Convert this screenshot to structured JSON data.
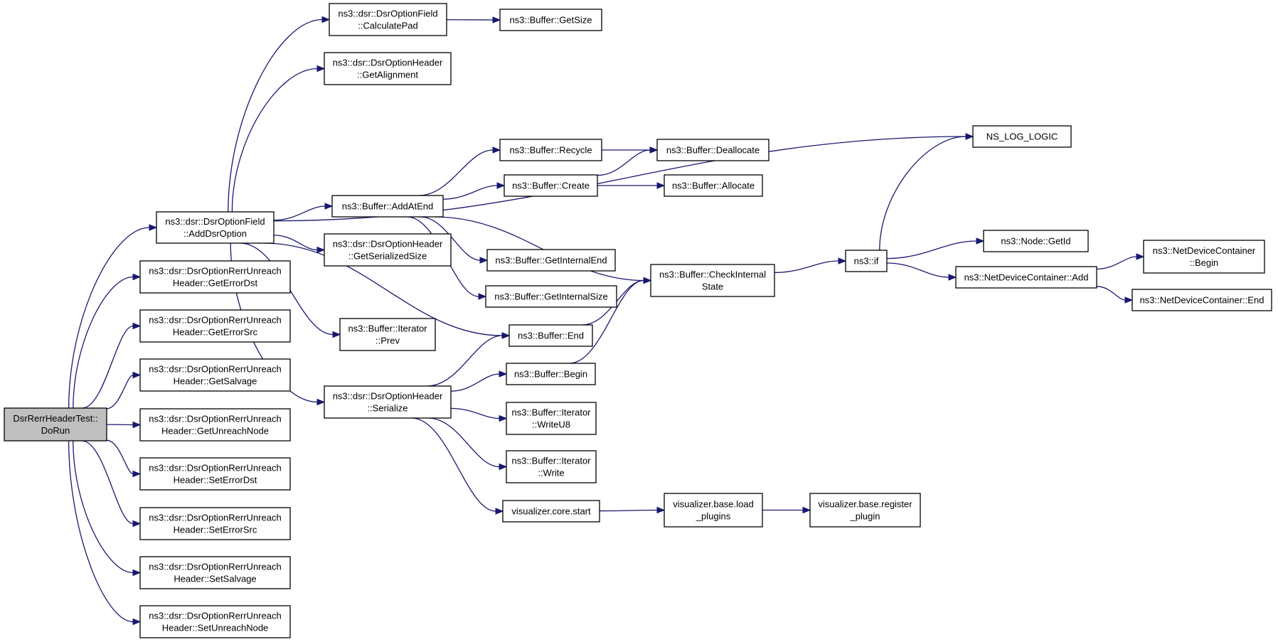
{
  "graph": {
    "nodes": [
      {
        "id": "root",
        "lines": [
          "DsrRerrHeaderTest::",
          "DoRun"
        ],
        "root": true
      },
      {
        "id": "addDsrOption",
        "lines": [
          "ns3::dsr::DsrOptionField",
          "::AddDsrOption"
        ]
      },
      {
        "id": "getErrorDst",
        "lines": [
          "ns3::dsr::DsrOptionRerrUnreach",
          "Header::GetErrorDst"
        ]
      },
      {
        "id": "getErrorSrc",
        "lines": [
          "ns3::dsr::DsrOptionRerrUnreach",
          "Header::GetErrorSrc"
        ]
      },
      {
        "id": "getSalvage",
        "lines": [
          "ns3::dsr::DsrOptionRerrUnreach",
          "Header::GetSalvage"
        ]
      },
      {
        "id": "getUnreachNode",
        "lines": [
          "ns3::dsr::DsrOptionRerrUnreach",
          "Header::GetUnreachNode"
        ]
      },
      {
        "id": "setErrorDst",
        "lines": [
          "ns3::dsr::DsrOptionRerrUnreach",
          "Header::SetErrorDst"
        ]
      },
      {
        "id": "setErrorSrc",
        "lines": [
          "ns3::dsr::DsrOptionRerrUnreach",
          "Header::SetErrorSrc"
        ]
      },
      {
        "id": "setSalvage",
        "lines": [
          "ns3::dsr::DsrOptionRerrUnreach",
          "Header::SetSalvage"
        ]
      },
      {
        "id": "setUnreachNode",
        "lines": [
          "ns3::dsr::DsrOptionRerrUnreach",
          "Header::SetUnreachNode"
        ]
      },
      {
        "id": "calculatePad",
        "lines": [
          "ns3::dsr::DsrOptionField",
          "::CalculatePad"
        ]
      },
      {
        "id": "getAlignment",
        "lines": [
          "ns3::dsr::DsrOptionHeader",
          "::GetAlignment"
        ]
      },
      {
        "id": "addAtEnd",
        "lines": [
          "ns3::Buffer::AddAtEnd"
        ]
      },
      {
        "id": "getSerializedSize",
        "lines": [
          "ns3::dsr::DsrOptionHeader",
          "::GetSerializedSize"
        ]
      },
      {
        "id": "iterPrev",
        "lines": [
          "ns3::Buffer::Iterator",
          "::Prev"
        ]
      },
      {
        "id": "serialize",
        "lines": [
          "ns3::dsr::DsrOptionHeader",
          "::Serialize"
        ]
      },
      {
        "id": "getSize",
        "lines": [
          "ns3::Buffer::GetSize"
        ]
      },
      {
        "id": "recycle",
        "lines": [
          "ns3::Buffer::Recycle"
        ]
      },
      {
        "id": "create",
        "lines": [
          "ns3::Buffer::Create"
        ]
      },
      {
        "id": "getInternalEnd",
        "lines": [
          "ns3::Buffer::GetInternalEnd"
        ]
      },
      {
        "id": "getInternalSize",
        "lines": [
          "ns3::Buffer::GetInternalSize"
        ]
      },
      {
        "id": "bufEnd",
        "lines": [
          "ns3::Buffer::End"
        ]
      },
      {
        "id": "bufBegin",
        "lines": [
          "ns3::Buffer::Begin"
        ]
      },
      {
        "id": "writeU8",
        "lines": [
          "ns3::Buffer::Iterator",
          "::WriteU8"
        ]
      },
      {
        "id": "iterWrite",
        "lines": [
          "ns3::Buffer::Iterator",
          "::Write"
        ]
      },
      {
        "id": "vizStart",
        "lines": [
          "visualizer.core.start"
        ]
      },
      {
        "id": "deallocate",
        "lines": [
          "ns3::Buffer::Deallocate"
        ]
      },
      {
        "id": "allocate",
        "lines": [
          "ns3::Buffer::Allocate"
        ]
      },
      {
        "id": "checkInternalState",
        "lines": [
          "ns3::Buffer::CheckInternal",
          "State"
        ]
      },
      {
        "id": "loadPlugins",
        "lines": [
          "visualizer.base.load",
          "_plugins"
        ]
      },
      {
        "id": "registerPlugin",
        "lines": [
          "visualizer.base.register",
          "_plugin"
        ]
      },
      {
        "id": "nsLogLogic",
        "lines": [
          "NS_LOG_LOGIC"
        ]
      },
      {
        "id": "nsIf",
        "lines": [
          "ns3::if"
        ]
      },
      {
        "id": "nodeGetId",
        "lines": [
          "ns3::Node::GetId"
        ]
      },
      {
        "id": "ndcAdd",
        "lines": [
          "ns3::NetDeviceContainer::Add"
        ]
      },
      {
        "id": "ndcBegin",
        "lines": [
          "ns3::NetDeviceContainer",
          "::Begin"
        ]
      },
      {
        "id": "ndcEnd",
        "lines": [
          "ns3::NetDeviceContainer::End"
        ]
      }
    ],
    "edges": [
      [
        "root",
        "addDsrOption"
      ],
      [
        "root",
        "getErrorDst"
      ],
      [
        "root",
        "getErrorSrc"
      ],
      [
        "root",
        "getSalvage"
      ],
      [
        "root",
        "getUnreachNode"
      ],
      [
        "root",
        "setErrorDst"
      ],
      [
        "root",
        "setErrorSrc"
      ],
      [
        "root",
        "setSalvage"
      ],
      [
        "root",
        "setUnreachNode"
      ],
      [
        "addDsrOption",
        "calculatePad"
      ],
      [
        "addDsrOption",
        "getAlignment"
      ],
      [
        "addDsrOption",
        "nsLogLogic"
      ],
      [
        "addDsrOption",
        "addAtEnd"
      ],
      [
        "addDsrOption",
        "getSerializedSize"
      ],
      [
        "addDsrOption",
        "bufEnd"
      ],
      [
        "addDsrOption",
        "iterPrev"
      ],
      [
        "addDsrOption",
        "serialize"
      ],
      [
        "calculatePad",
        "getSize"
      ],
      [
        "addAtEnd",
        "recycle"
      ],
      [
        "addAtEnd",
        "create"
      ],
      [
        "addAtEnd",
        "getInternalEnd"
      ],
      [
        "addAtEnd",
        "getInternalSize"
      ],
      [
        "addAtEnd",
        "checkInternalState"
      ],
      [
        "recycle",
        "deallocate"
      ],
      [
        "create",
        "deallocate"
      ],
      [
        "create",
        "allocate"
      ],
      [
        "serialize",
        "bufEnd"
      ],
      [
        "serialize",
        "bufBegin"
      ],
      [
        "serialize",
        "writeU8"
      ],
      [
        "serialize",
        "iterWrite"
      ],
      [
        "serialize",
        "vizStart"
      ],
      [
        "bufEnd",
        "checkInternalState"
      ],
      [
        "bufBegin",
        "checkInternalState"
      ],
      [
        "vizStart",
        "loadPlugins"
      ],
      [
        "loadPlugins",
        "registerPlugin"
      ],
      [
        "checkInternalState",
        "nsIf"
      ],
      [
        "nsIf",
        "nsLogLogic"
      ],
      [
        "nsIf",
        "nodeGetId"
      ],
      [
        "nsIf",
        "ndcAdd"
      ],
      [
        "ndcAdd",
        "ndcBegin"
      ],
      [
        "ndcAdd",
        "ndcEnd"
      ]
    ]
  }
}
